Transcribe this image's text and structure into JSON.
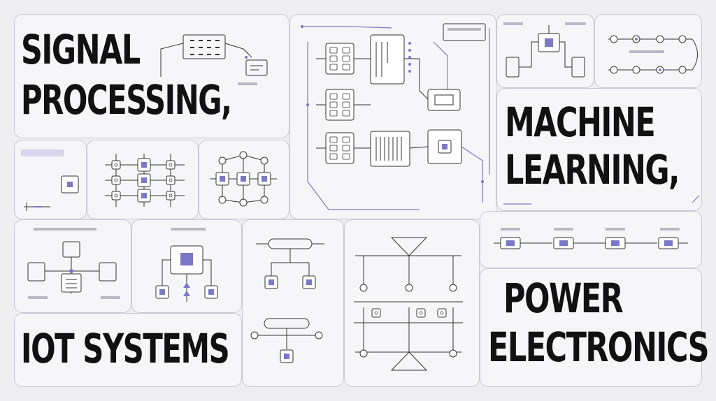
{
  "headings": {
    "signal_processing_line1": "SIGNAL",
    "signal_processing_line2": "PROCESSING,",
    "machine_learning_line1": "MACHINE",
    "machine_learning_line2": "LEARNING,",
    "iot_systems": "IOT SYSTEMS",
    "power_electronics_line1": "POWER",
    "power_electronics_line2": "ELECTRONICS"
  },
  "colors": {
    "accent": "#7b78c8",
    "panel_border": "#c9c9d6",
    "background": "#efeff2",
    "text": "#111111"
  }
}
